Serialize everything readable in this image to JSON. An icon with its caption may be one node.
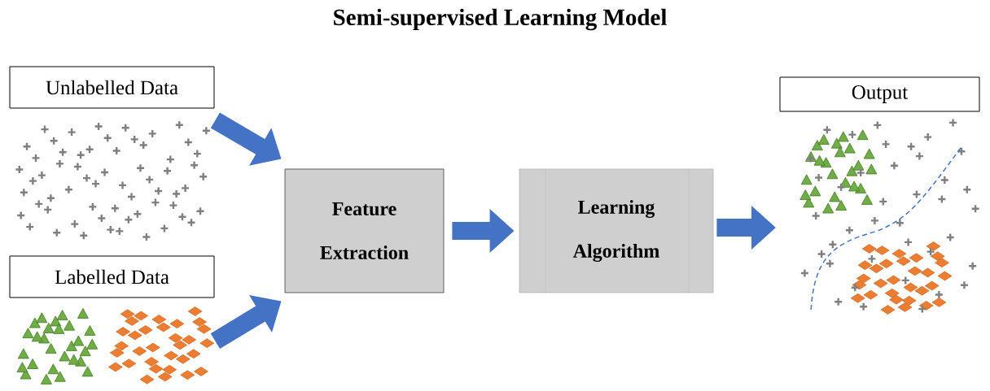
{
  "diagram": {
    "title": "Semi-supervised Learning Model",
    "nodes": [
      {
        "text": [
          "Unlabelled Data"
        ]
      },
      {
        "text": [
          "Labelled Data"
        ]
      },
      {
        "text": [
          "Feature Extraction"
        ]
      },
      {
        "text": [
          "Learning Algorithm"
        ]
      },
      {
        "text": [
          "Output"
        ]
      }
    ],
    "edges": [
      {
        "from": 0,
        "to": 2,
        "arrow": "to"
      },
      {
        "from": 1,
        "to": 2,
        "arrow": "to"
      },
      {
        "from": 2,
        "to": 3,
        "arrow": "to"
      },
      {
        "from": 3,
        "to": 4,
        "arrow": "to"
      }
    ]
  }
}
